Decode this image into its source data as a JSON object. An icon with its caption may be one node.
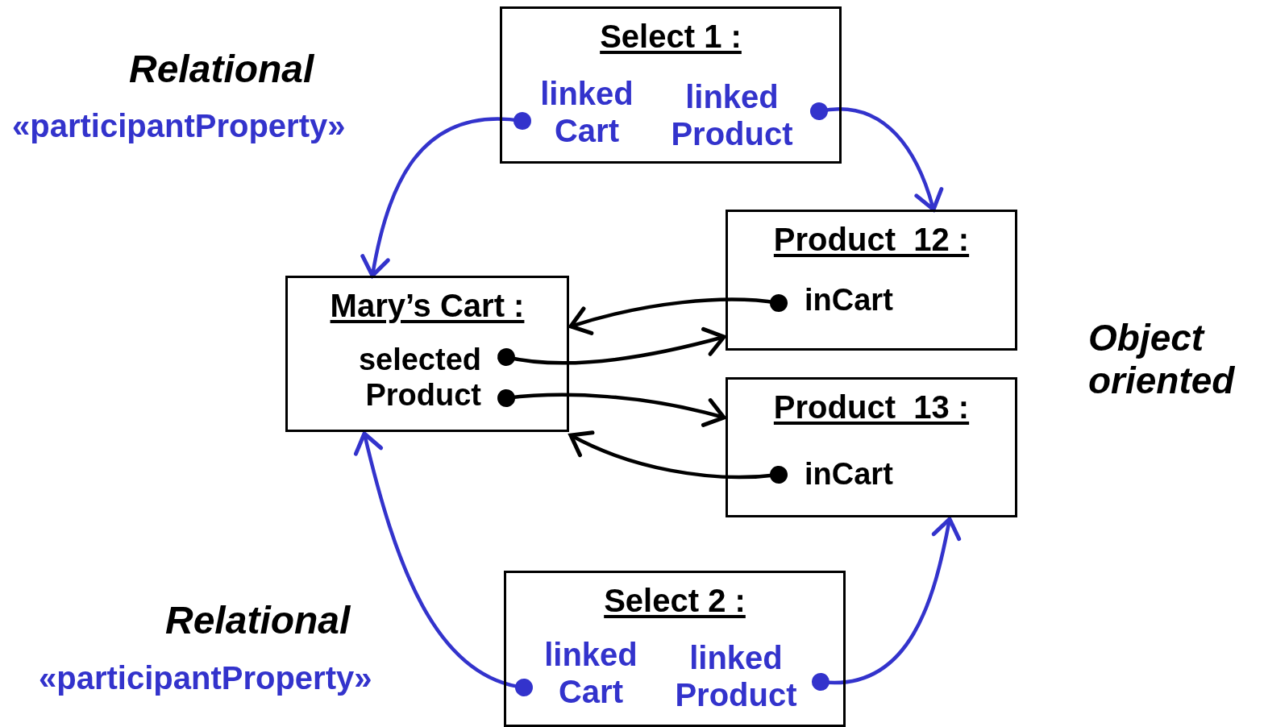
{
  "diagram": {
    "nodes": [
      {
        "text": [
          "Select 1 :"
        ]
      },
      {
        "text": [
          "linked Cart"
        ],
        "in": 0
      },
      {
        "text": [
          "linked Product"
        ],
        "in": 0
      },
      {
        "text": [
          "Product  12 :"
        ]
      },
      {
        "text": [
          "inCart"
        ],
        "in": 3
      },
      {
        "text": [
          "Mary’s Cart :"
        ]
      },
      {
        "text": [
          "selected Product"
        ],
        "in": 5
      },
      {
        "text": [
          "Product  13 :"
        ]
      },
      {
        "text": [
          "inCart"
        ],
        "in": 7
      },
      {
        "text": [
          "Select 2 :"
        ]
      },
      {
        "text": [
          "linked Cart"
        ],
        "in": 9
      },
      {
        "text": [
          "linked Product"
        ],
        "in": 9
      }
    ],
    "edges": [
      {
        "from": 1,
        "to": 5,
        "arrow": "to",
        "color": "#3333cc"
      },
      {
        "from": 2,
        "to": 3,
        "arrow": "to",
        "color": "#3333cc"
      },
      {
        "from": 4,
        "to": 5,
        "arrow": "to",
        "color": "#000000"
      },
      {
        "from": 6,
        "to": 3,
        "arrow": "to",
        "color": "#000000"
      },
      {
        "from": 6,
        "to": 7,
        "arrow": "to",
        "color": "#000000"
      },
      {
        "from": 8,
        "to": 5,
        "arrow": "to",
        "color": "#000000"
      },
      {
        "from": 10,
        "to": 5,
        "arrow": "to",
        "color": "#3333cc"
      },
      {
        "from": 11,
        "to": 7,
        "arrow": "to",
        "color": "#3333cc"
      }
    ],
    "labels": [
      "Relational",
      "«participantProperty»",
      "Object oriented",
      "Relational",
      "«participantProperty»"
    ]
  }
}
